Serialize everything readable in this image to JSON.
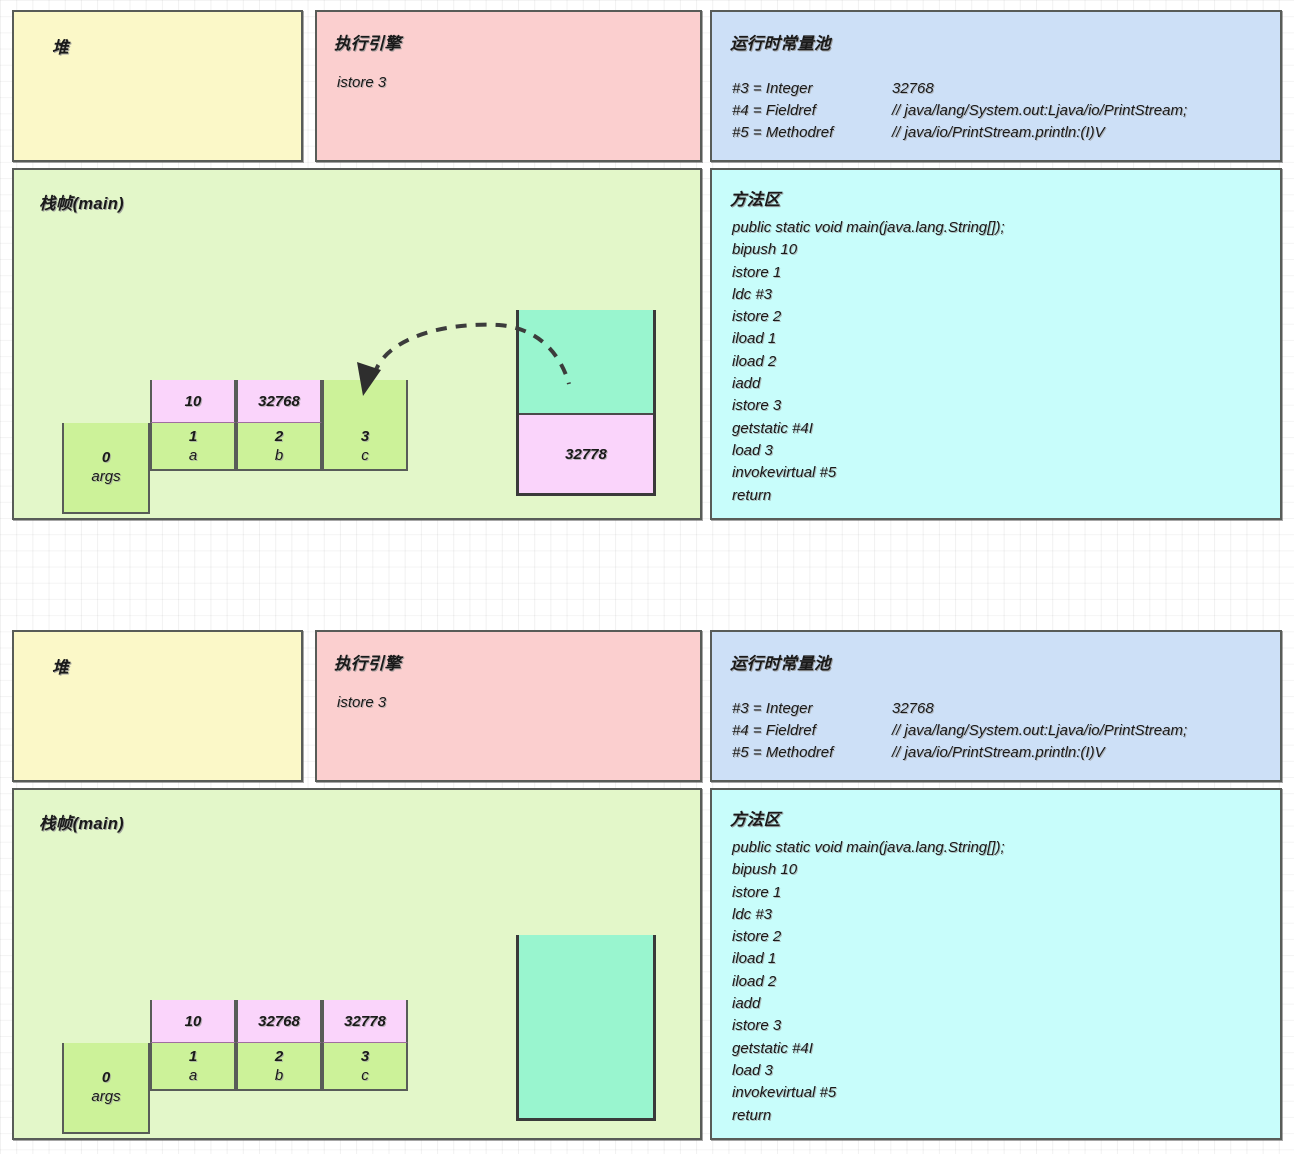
{
  "panels": [
    {
      "heap": {
        "title": "堆"
      },
      "engine": {
        "title": "执行引擎",
        "instruction": "istore 3"
      },
      "constant_pool": {
        "title": "运行时常量池",
        "entries": [
          {
            "ref": "#3 = Integer",
            "value": "32768"
          },
          {
            "ref": "#4 = Fieldref",
            "value": "// java/lang/System.out:Ljava/io/PrintStream;"
          },
          {
            "ref": "#5 = Methodref",
            "value": "// java/io/PrintStream.println:(I)V"
          }
        ]
      },
      "frame": {
        "title": "栈帧(main)",
        "local_variable_table": [
          {
            "index": "0",
            "name": "args",
            "value": ""
          },
          {
            "index": "1",
            "name": "a",
            "value": "10"
          },
          {
            "index": "2",
            "name": "b",
            "value": "32768"
          },
          {
            "index": "3",
            "name": "c",
            "value": ""
          }
        ],
        "operand_stack": [
          "32778"
        ],
        "arrow": "store-to-slot-3"
      },
      "method_area": {
        "title": "方法区",
        "lines": [
          "public static void main(java.lang.String[]);",
          "bipush 10",
          "istore 1",
          "ldc #3",
          "istore 2",
          "iload 1",
          "iload 2",
          "iadd",
          "istore 3",
          "getstatic #4I",
          "load 3",
          "invokevirtual #5",
          "return"
        ]
      }
    },
    {
      "heap": {
        "title": "堆"
      },
      "engine": {
        "title": "执行引擎",
        "instruction": "istore 3"
      },
      "constant_pool": {
        "title": "运行时常量池",
        "entries": [
          {
            "ref": "#3 = Integer",
            "value": "32768"
          },
          {
            "ref": "#4 = Fieldref",
            "value": "// java/lang/System.out:Ljava/io/PrintStream;"
          },
          {
            "ref": "#5 = Methodref",
            "value": "// java/io/PrintStream.println:(I)V"
          }
        ]
      },
      "frame": {
        "title": "栈帧(main)",
        "local_variable_table": [
          {
            "index": "0",
            "name": "args",
            "value": ""
          },
          {
            "index": "1",
            "name": "a",
            "value": "10"
          },
          {
            "index": "2",
            "name": "b",
            "value": "32768"
          },
          {
            "index": "3",
            "name": "c",
            "value": "32778"
          }
        ],
        "operand_stack": [],
        "arrow": ""
      },
      "method_area": {
        "title": "方法区",
        "lines": [
          "public static void main(java.lang.String[]);",
          "bipush 10",
          "istore 1",
          "ldc #3",
          "istore 2",
          "iload 1",
          "iload 2",
          "iadd",
          "istore 3",
          "getstatic #4I",
          "load 3",
          "invokevirtual #5",
          "return"
        ]
      }
    }
  ],
  "colors": {
    "heap": "#fbf8c8",
    "engine": "#fbcfcf",
    "constant_pool": "#cde0f7",
    "frame": "#e3f7c9",
    "method_area": "#c8fdfb",
    "slot_filled": "#fad4fb",
    "slot_empty": "#ccf299",
    "operand_empty": "#99f5cf",
    "border": "#585c58"
  }
}
